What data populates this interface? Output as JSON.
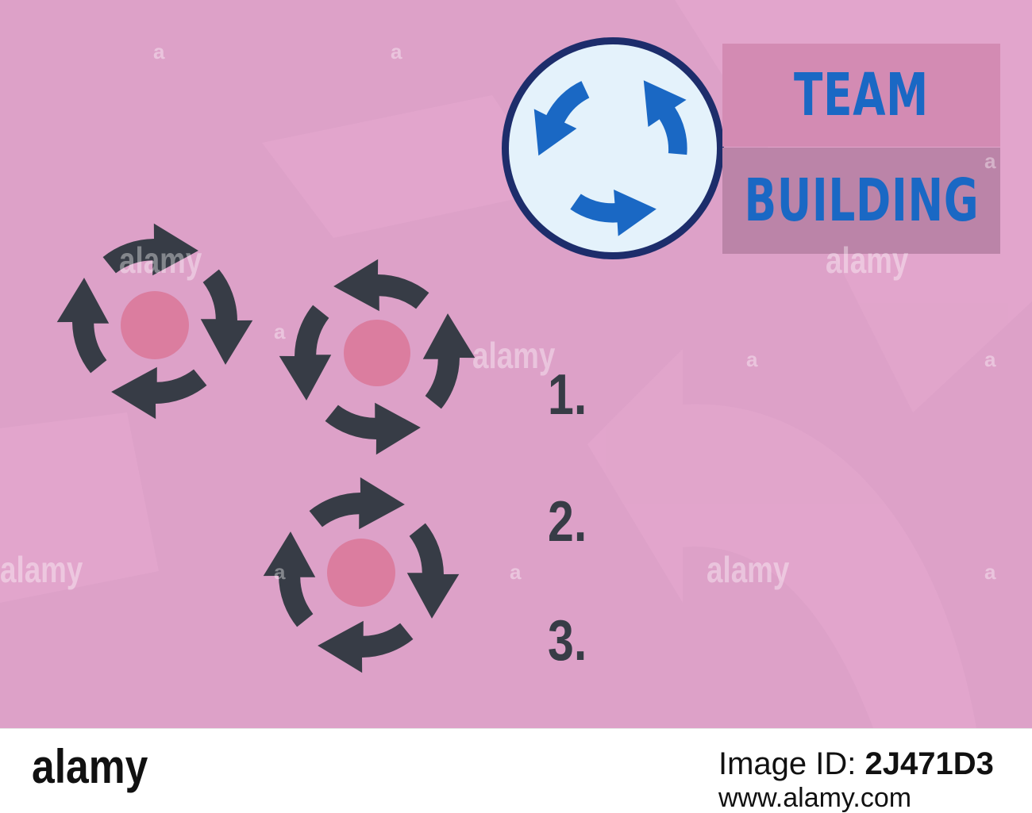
{
  "slide": {
    "title_line1": "TEAM",
    "title_line2": "BUILDING",
    "list_numbers": [
      "1.",
      "2.",
      "3."
    ],
    "icon": "cycle-arrows-icon"
  },
  "watermark": {
    "text": "alamy",
    "letter": "a"
  },
  "footer": {
    "logo": "alamy",
    "image_code_label": "www.alamy.com",
    "image_code": "2J471D3",
    "image_code_prefix": "Image ID: "
  },
  "colors": {
    "background": "#dda1c8",
    "arrows": "#373c46",
    "dots": "#db7d9f",
    "title_blue": "#1a68c4",
    "circle_ring": "#1d2d6b",
    "circle_fill": "#e4f2fb"
  }
}
